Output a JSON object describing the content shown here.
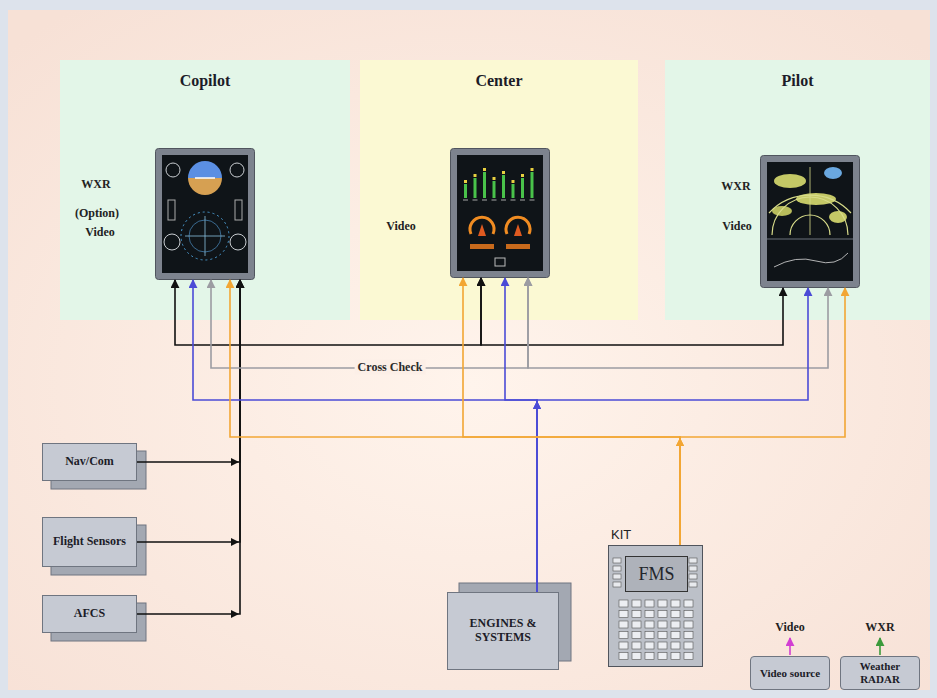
{
  "diagram": {
    "nodes": [
      {
        "text": [
          "Copilot"
        ]
      },
      {
        "text": [
          "Center"
        ]
      },
      {
        "text": [
          "Pilot"
        ]
      },
      {
        "text": [
          "Nav/Com"
        ]
      },
      {
        "text": [
          "Flight Sensors"
        ]
      },
      {
        "text": [
          "AFCS"
        ]
      },
      {
        "text": [
          "ENGINES & SYSTEMS"
        ]
      },
      {
        "text": [
          "KIT",
          "FMS"
        ]
      },
      {
        "text": [
          "Video source"
        ]
      },
      {
        "text": [
          "Weather RADAR"
        ]
      }
    ],
    "edges": [
      {
        "from": 3,
        "to": 0,
        "arrow": "to"
      },
      {
        "from": 4,
        "to": 0,
        "arrow": "to"
      },
      {
        "from": 5,
        "to": 0,
        "arrow": "to"
      },
      {
        "from": 0,
        "to": 1,
        "arrow": "both"
      },
      {
        "from": 1,
        "to": 2,
        "arrow": "both"
      },
      {
        "from": 0,
        "to": 1,
        "label": "Cross Check",
        "arrow": "both"
      },
      {
        "from": 1,
        "to": 2,
        "arrow": "both"
      },
      {
        "from": 6,
        "to": 0,
        "arrow": "to"
      },
      {
        "from": 6,
        "to": 1,
        "arrow": "to"
      },
      {
        "from": 6,
        "to": 2,
        "arrow": "to"
      },
      {
        "from": 7,
        "to": 0,
        "arrow": "to"
      },
      {
        "from": 7,
        "to": 1,
        "arrow": "to"
      },
      {
        "from": 7,
        "to": 2,
        "arrow": "to"
      }
    ],
    "labels": [
      "WXR",
      "(Option)",
      "Video",
      "Video",
      "WXR",
      "Video",
      "Video",
      "WXR"
    ]
  }
}
